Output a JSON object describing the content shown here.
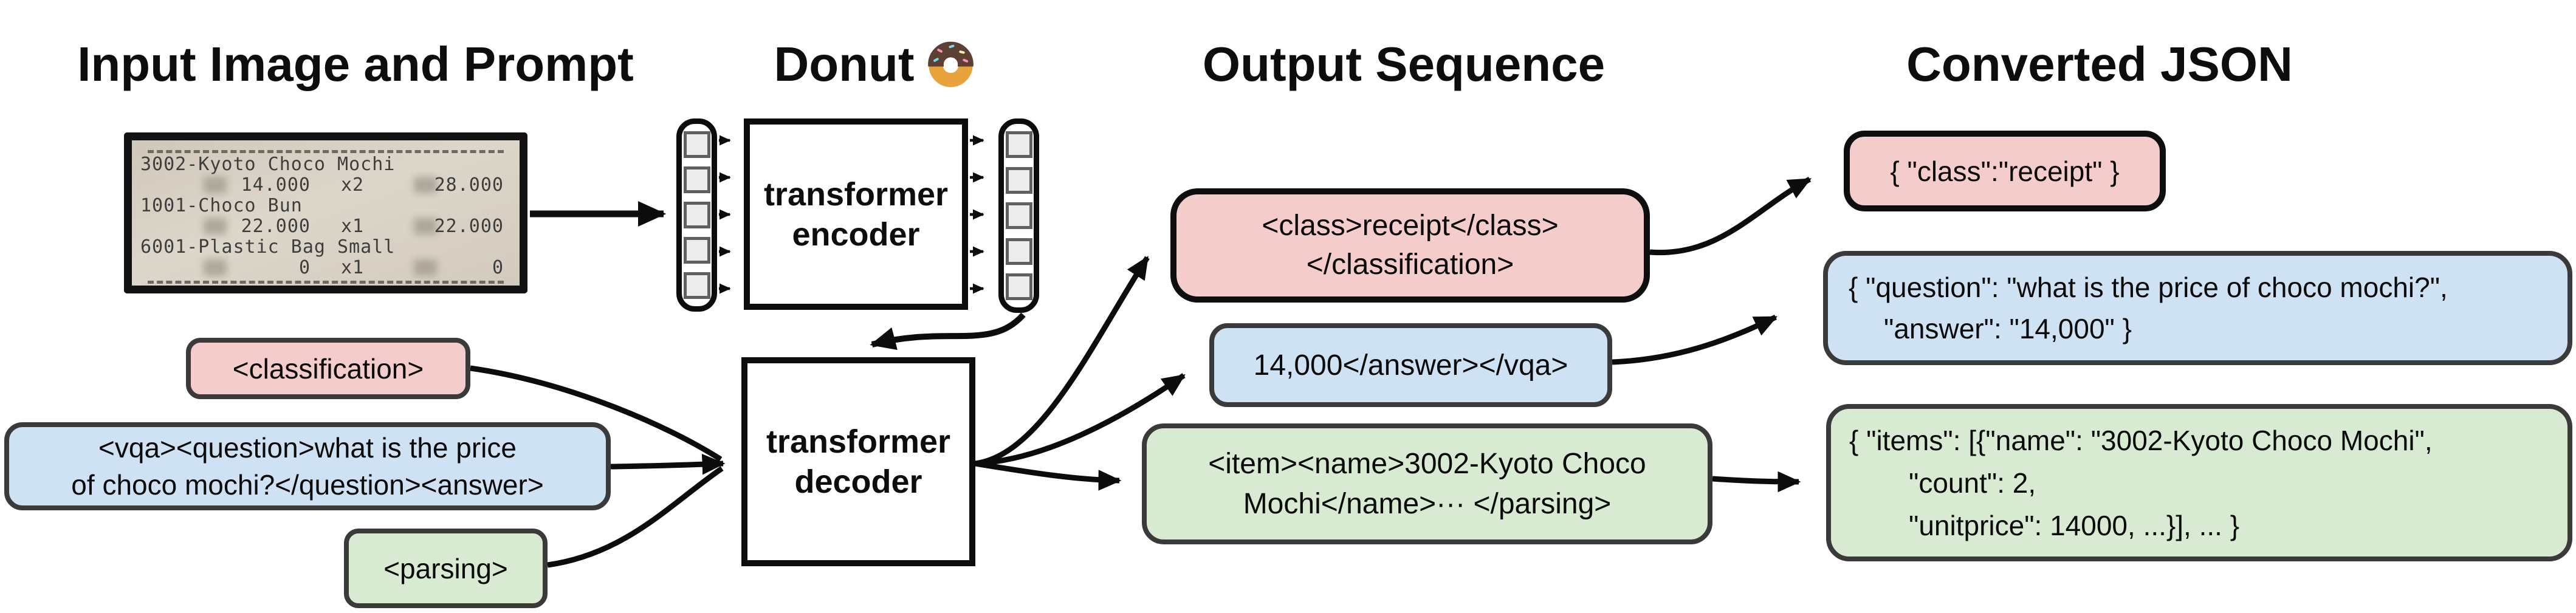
{
  "headers": {
    "input": "Input Image and Prompt",
    "model": "Donut",
    "model_emoji_icon": "donut",
    "output": "Output Sequence",
    "json": "Converted JSON"
  },
  "receipt": {
    "items": [
      {
        "name": "3002-Kyoto Choco Mochi",
        "unitprice": "14.000",
        "qty": "x2",
        "total": "28.000"
      },
      {
        "name": "1001-Choco Bun",
        "unitprice": "22.000",
        "qty": "x1",
        "total": "22.000"
      },
      {
        "name": "6001-Plastic Bag Small",
        "unitprice": "0",
        "qty": "x1",
        "total": "0"
      }
    ]
  },
  "model": {
    "encoder_line1": "transformer",
    "encoder_line2": "encoder",
    "decoder_line1": "transformer",
    "decoder_line2": "decoder"
  },
  "prompts": {
    "classification": {
      "text": "<classification>"
    },
    "vqa": {
      "line1": "<vqa><question>what is the price",
      "line2": "of choco mochi?</question><answer>"
    },
    "parsing": {
      "text": "<parsing>"
    }
  },
  "outputs": {
    "classification": {
      "line1": "<class>receipt</class>",
      "line2": "</classification>"
    },
    "vqa": {
      "line1": "14,000</answer></vqa>"
    },
    "parsing": {
      "line1": "<item><name>3002-Kyoto Choco",
      "line2": "Mochi</name>··· </parsing>"
    }
  },
  "json_out": {
    "classification": {
      "line1": "{ \"class\":\"receipt\" }"
    },
    "vqa": {
      "line1": "{ \"question\": \"what is the price of choco mochi?\",",
      "line2": "\"answer\": \"14,000\" }"
    },
    "parsing": {
      "line1": "{ \"items\": [{\"name\": \"3002-Kyoto Choco Mochi\",",
      "line2": "\"count\": 2,",
      "line3": "\"unitprice\": 14000, ...}], ... }"
    }
  },
  "colors": {
    "pink": "#f4cccc",
    "blue": "#cfe2f3",
    "green": "#d9ead3"
  }
}
